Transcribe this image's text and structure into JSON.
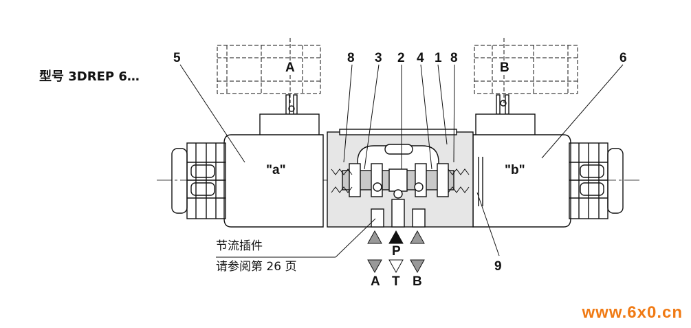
{
  "title": "型号 3DREP 6…",
  "callouts": {
    "n5": "5",
    "n8a": "8",
    "n3": "3",
    "n2": "2",
    "n4": "4",
    "n1": "1",
    "n8b": "8",
    "n6": "6",
    "n9": "9"
  },
  "solenoids": {
    "a_letter": "A",
    "b_letter": "B",
    "a_tag": "\"a\"",
    "b_tag": "\"b\""
  },
  "ports": {
    "a": "A",
    "p": "P",
    "t": "T",
    "b": "B"
  },
  "note": {
    "line1": "节流插件",
    "line2": "请参阅第 26 页"
  },
  "watermark": "www.6x0.cn",
  "colors": {
    "line": "#111111",
    "body_fill": "#e6e6e6",
    "gray_triangle": "#999999",
    "watermark": "#f07a14"
  }
}
